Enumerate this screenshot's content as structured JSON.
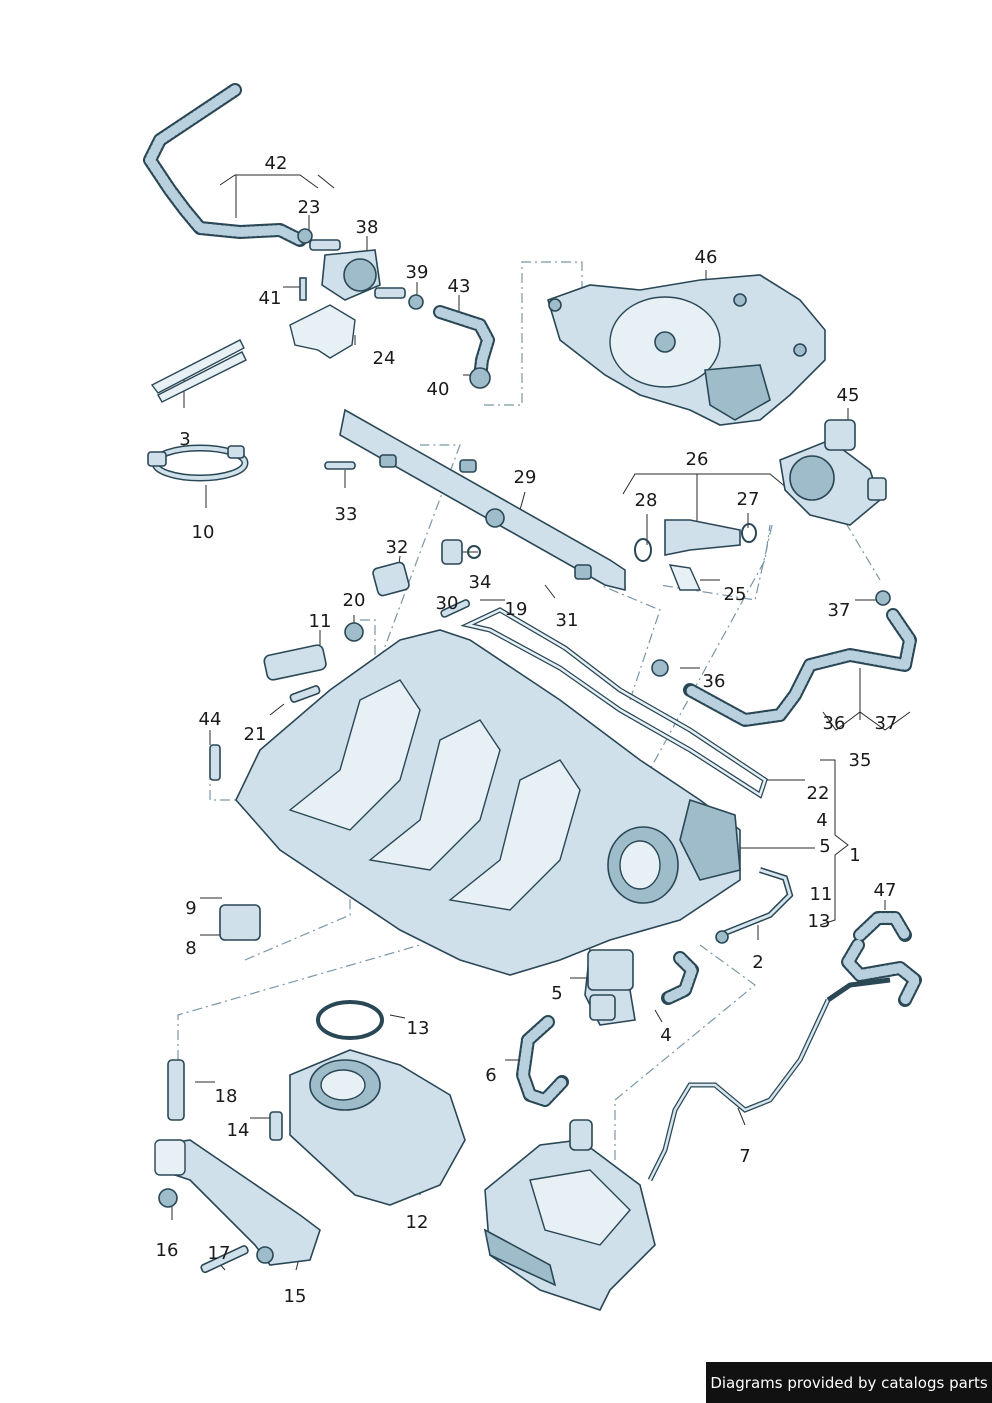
{
  "callouts": [
    {
      "id": "1",
      "label": "1"
    },
    {
      "id": "2",
      "label": "2"
    },
    {
      "id": "3",
      "label": "3"
    },
    {
      "id": "4a",
      "label": "4"
    },
    {
      "id": "4b",
      "label": "4"
    },
    {
      "id": "5a",
      "label": "5"
    },
    {
      "id": "5b",
      "label": "5"
    },
    {
      "id": "6",
      "label": "6"
    },
    {
      "id": "7",
      "label": "7"
    },
    {
      "id": "8",
      "label": "8"
    },
    {
      "id": "9",
      "label": "9"
    },
    {
      "id": "10",
      "label": "10"
    },
    {
      "id": "11a",
      "label": "11"
    },
    {
      "id": "11b",
      "label": "11"
    },
    {
      "id": "12",
      "label": "12"
    },
    {
      "id": "13a",
      "label": "13"
    },
    {
      "id": "13b",
      "label": "13"
    },
    {
      "id": "14",
      "label": "14"
    },
    {
      "id": "15",
      "label": "15"
    },
    {
      "id": "16",
      "label": "16"
    },
    {
      "id": "17",
      "label": "17"
    },
    {
      "id": "18",
      "label": "18"
    },
    {
      "id": "19",
      "label": "19"
    },
    {
      "id": "20",
      "label": "20"
    },
    {
      "id": "21",
      "label": "21"
    },
    {
      "id": "22",
      "label": "22"
    },
    {
      "id": "23",
      "label": "23"
    },
    {
      "id": "24",
      "label": "24"
    },
    {
      "id": "25",
      "label": "25"
    },
    {
      "id": "26",
      "label": "26"
    },
    {
      "id": "27",
      "label": "27"
    },
    {
      "id": "28",
      "label": "28"
    },
    {
      "id": "29",
      "label": "29"
    },
    {
      "id": "30",
      "label": "30"
    },
    {
      "id": "31",
      "label": "31"
    },
    {
      "id": "32",
      "label": "32"
    },
    {
      "id": "33",
      "label": "33"
    },
    {
      "id": "34",
      "label": "34"
    },
    {
      "id": "35",
      "label": "35"
    },
    {
      "id": "36a",
      "label": "36"
    },
    {
      "id": "36b",
      "label": "36"
    },
    {
      "id": "37a",
      "label": "37"
    },
    {
      "id": "37b",
      "label": "37"
    },
    {
      "id": "38",
      "label": "38"
    },
    {
      "id": "39",
      "label": "39"
    },
    {
      "id": "40",
      "label": "40"
    },
    {
      "id": "41",
      "label": "41"
    },
    {
      "id": "42",
      "label": "42"
    },
    {
      "id": "43",
      "label": "43"
    },
    {
      "id": "44",
      "label": "44"
    },
    {
      "id": "45",
      "label": "45"
    },
    {
      "id": "46",
      "label": "46"
    },
    {
      "id": "47",
      "label": "47"
    }
  ],
  "credit": "Diagrams provided by catalogs parts"
}
